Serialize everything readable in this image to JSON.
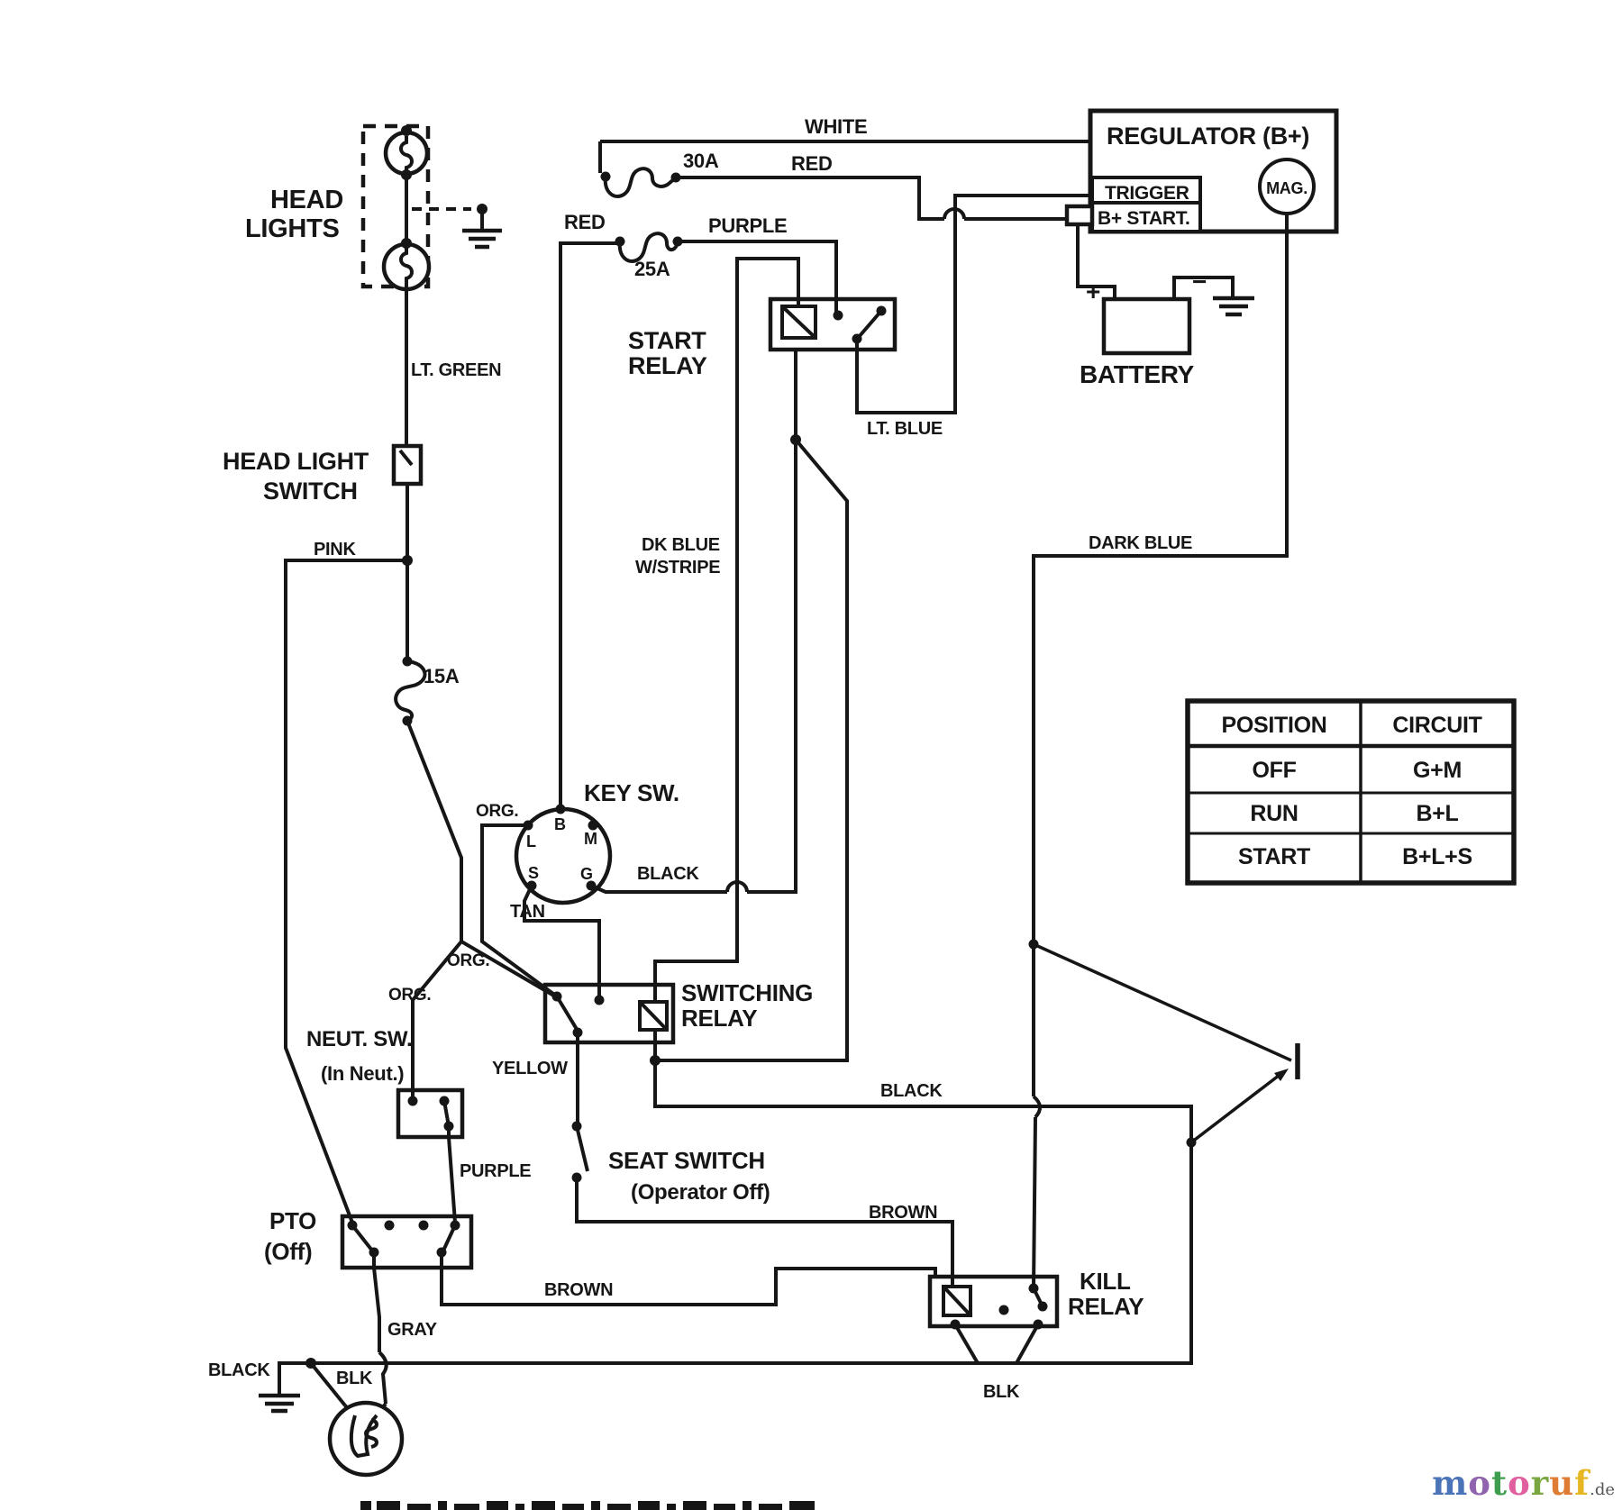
{
  "labels": {
    "head_lights_1": "HEAD",
    "head_lights_2": "LIGHTS",
    "head_light_switch_1": "HEAD LIGHT",
    "head_light_switch_2": "SWITCH",
    "start_relay_1": "START",
    "start_relay_2": "RELAY",
    "regulator": "REGULATOR (B+)",
    "trigger": "TRIGGER",
    "b_start": "B+ START.",
    "mag": "MAG.",
    "battery": "BATTERY",
    "plus": "+",
    "minus": "−",
    "key_sw": "KEY SW.",
    "switching_relay_1": "SWITCHING",
    "switching_relay_2": "RELAY",
    "neut_sw_1": "NEUT. SW.",
    "neut_sw_2": "(In Neut.)",
    "pto_1": "PTO",
    "pto_2": "(Off)",
    "seat_switch_1": "SEAT SWITCH",
    "seat_switch_2": "(Operator Off)",
    "kill_relay_1": "KILL",
    "kill_relay_2": "RELAY"
  },
  "wires": {
    "white": "WHITE",
    "red_top": "RED",
    "red_left": "RED",
    "purple_top": "PURPLE",
    "lt_green": "LT. GREEN",
    "pink": "PINK",
    "lt_blue": "LT. BLUE",
    "dk_blue_1": "DK BLUE",
    "dk_blue_2": "W/STRIPE",
    "dark_blue": "DARK BLUE",
    "black_key": "BLACK",
    "tan": "TAN",
    "org_1": "ORG.",
    "org_2": "ORG.",
    "org_3": "ORG.",
    "yellow": "YELLOW",
    "purple_low": "PURPLE",
    "brown_upper": "BROWN",
    "brown_lower": "BROWN",
    "black_mid": "BLACK",
    "gray": "GRAY",
    "black_bottom": "BLACK",
    "blk_bottom": "BLK",
    "blk_kill": "BLK"
  },
  "fuses": {
    "f30": "30A",
    "f25": "25A",
    "f15": "15A"
  },
  "key_terminals": {
    "b": "B",
    "m": "M",
    "l": "L",
    "s": "S",
    "g": "G"
  },
  "table": {
    "headers": [
      "POSITION",
      "CIRCUIT"
    ],
    "rows": [
      [
        "OFF",
        "G+M"
      ],
      [
        "RUN",
        "B+L"
      ],
      [
        "START",
        "B+L+S"
      ]
    ]
  },
  "watermark": {
    "letters": [
      {
        "ch": "m",
        "color": "#4a73b8"
      },
      {
        "ch": "o",
        "color": "#8f63ad"
      },
      {
        "ch": "t",
        "color": "#3f9e4d"
      },
      {
        "ch": "o",
        "color": "#df5f9f"
      },
      {
        "ch": "r",
        "color": "#79a63e"
      },
      {
        "ch": "u",
        "color": "#e07b33"
      },
      {
        "ch": "f",
        "color": "#e6b723"
      }
    ],
    "suffix": ".de"
  }
}
